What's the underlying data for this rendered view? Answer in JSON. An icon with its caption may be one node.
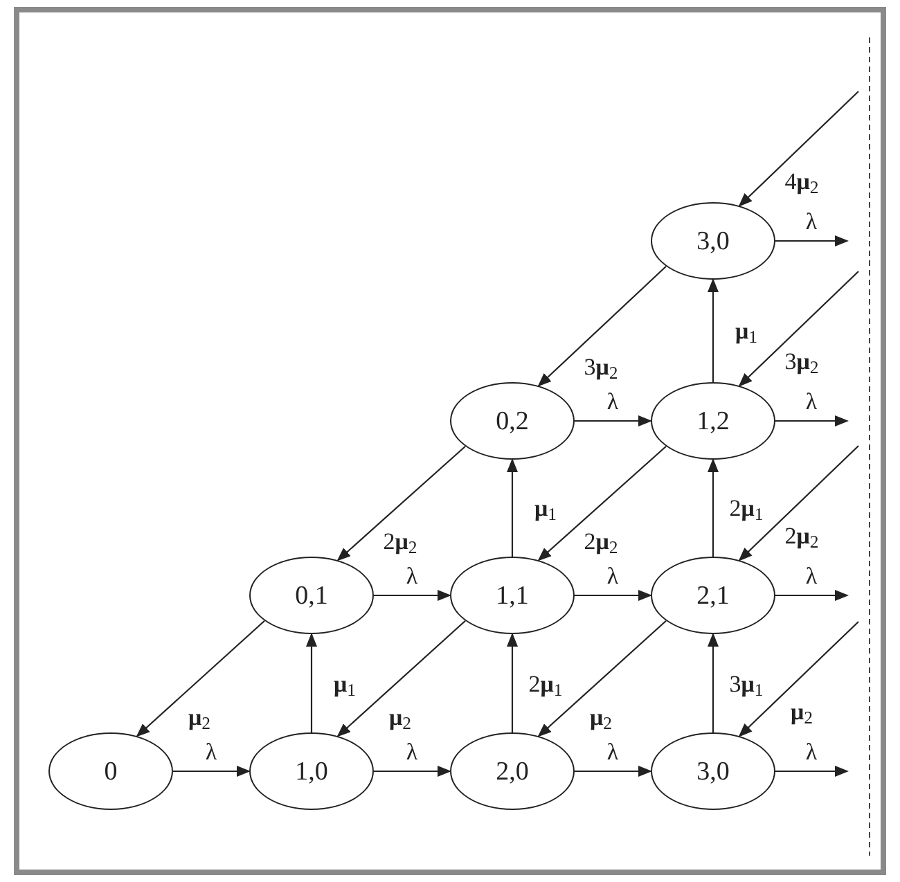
{
  "diagram": {
    "nodes": [
      {
        "text": [
          "3,0"
        ]
      },
      {
        "text": [
          "0,2"
        ]
      },
      {
        "text": [
          "1,2"
        ]
      },
      {
        "text": [
          "0,1"
        ]
      },
      {
        "text": [
          "1,1"
        ]
      },
      {
        "text": [
          "2,1"
        ]
      },
      {
        "text": [
          "0"
        ]
      },
      {
        "text": [
          "1,0"
        ]
      },
      {
        "text": [
          "2,0"
        ]
      },
      {
        "text": [
          "3,0"
        ]
      }
    ],
    "edges": [
      {
        "from": 6,
        "to": 7,
        "arrow": "to",
        "label": "λ"
      },
      {
        "from": 7,
        "to": 8,
        "arrow": "to",
        "label": "λ"
      },
      {
        "from": 8,
        "to": 9,
        "arrow": "to",
        "label": "λ"
      },
      {
        "from": 9,
        "to": null,
        "arrow": "to",
        "label": "λ"
      },
      {
        "from": 3,
        "to": 4,
        "arrow": "to",
        "label": "λ"
      },
      {
        "from": 4,
        "to": 5,
        "arrow": "to",
        "label": "λ"
      },
      {
        "from": 5,
        "to": null,
        "arrow": "to",
        "label": "λ"
      },
      {
        "from": 1,
        "to": 2,
        "arrow": "to",
        "label": "λ"
      },
      {
        "from": 2,
        "to": null,
        "arrow": "to",
        "label": "λ"
      },
      {
        "from": 0,
        "to": null,
        "arrow": "to",
        "label": "λ"
      },
      {
        "from": 7,
        "to": 3,
        "arrow": "to",
        "label": "**μ**$_{1}$"
      },
      {
        "from": 8,
        "to": 4,
        "arrow": "to",
        "label": "2**μ**$_{1}$"
      },
      {
        "from": 9,
        "to": 5,
        "arrow": "to",
        "label": "3**μ**$_{1}$"
      },
      {
        "from": 4,
        "to": 1,
        "arrow": "to",
        "label": "**μ**$_{1}$"
      },
      {
        "from": 5,
        "to": 2,
        "arrow": "to",
        "label": "2**μ**$_{1}$"
      },
      {
        "from": 2,
        "to": 0,
        "arrow": "to",
        "label": "**μ**$_{1}$"
      },
      {
        "from": 3,
        "to": 6,
        "arrow": "to",
        "label": "**μ**$_{2}$"
      },
      {
        "from": 4,
        "to": 7,
        "arrow": "to",
        "label": "**μ**$_{2}$"
      },
      {
        "from": 5,
        "to": 8,
        "arrow": "to",
        "label": "**μ**$_{2}$"
      },
      {
        "from": null,
        "to": 9,
        "arrow": "to",
        "label": "**μ**$_{2}$"
      },
      {
        "from": 1,
        "to": 3,
        "arrow": "to",
        "label": "2**μ**$_{2}$"
      },
      {
        "from": 2,
        "to": 4,
        "arrow": "to",
        "label": "2**μ**$_{2}$"
      },
      {
        "from": null,
        "to": 5,
        "arrow": "to",
        "label": "2**μ**$_{2}$"
      },
      {
        "from": 0,
        "to": 1,
        "arrow": "to",
        "label": "3**μ**$_{2}$"
      },
      {
        "from": null,
        "to": 2,
        "arrow": "to",
        "label": "3**μ**$_{2}$"
      },
      {
        "from": null,
        "to": 0,
        "arrow": "to",
        "label": "4**μ**$_{2}$"
      }
    ]
  }
}
